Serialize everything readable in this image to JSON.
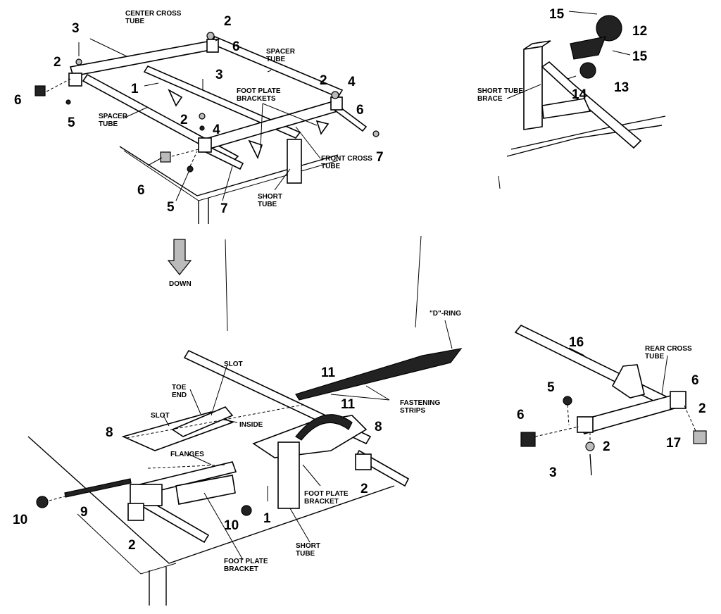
{
  "callouts": {
    "top_left": [
      "3",
      "2",
      "2",
      "6",
      "1",
      "3",
      "2",
      "4",
      "2",
      "4",
      "6",
      "5",
      "6",
      "5",
      "7",
      "7"
    ],
    "top_right": [
      "15",
      "12",
      "15",
      "13",
      "14"
    ],
    "bottom_left": [
      "11",
      "11",
      "8",
      "8",
      "10",
      "9",
      "2",
      "10",
      "1",
      "2"
    ],
    "bottom_right": [
      "16",
      "6",
      "2",
      "5",
      "6",
      "2",
      "17",
      "3"
    ]
  },
  "labels": {
    "center_cross_tube": "CENTER CROSS TUBE",
    "spacer_tube_upper": "SPACER TUBE",
    "spacer_tube_lower": "SPACER TUBE",
    "foot_plate_brackets": "FOOT PLATE BRACKETS",
    "front_cross_tube": "FRONT CROSS TUBE",
    "short_tube_top": "SHORT TUBE",
    "short_tube_brace": "SHORT TUBE BRACE",
    "down": "DOWN",
    "d_ring": "\"D\"-RING",
    "slot_upper": "SLOT",
    "toe_end": "TOE END",
    "slot_lower": "SLOT",
    "inside": "INSIDE",
    "flanges": "FLANGES",
    "fastening_strips": "FASTENING STRIPS",
    "foot_plate_bracket_right": "FOOT PLATE BRACKET",
    "foot_plate_bracket_bottom": "FOOT PLATE BRACKET",
    "short_tube_bottom": "SHORT TUBE",
    "rear_cross_tube": "REAR CROSS TUBE"
  }
}
